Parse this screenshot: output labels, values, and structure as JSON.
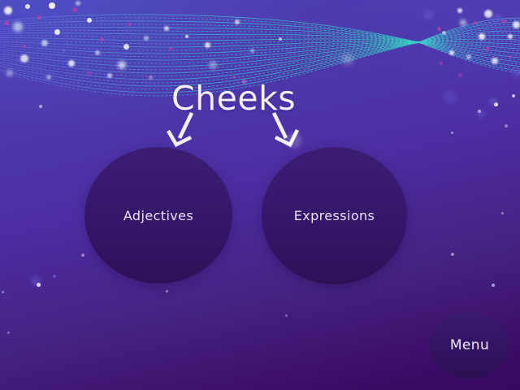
{
  "slide": {
    "title": "Cheeks",
    "topics": [
      {
        "label": "Adjectives"
      },
      {
        "label": "Expressions"
      }
    ],
    "menu": {
      "label": "Menu"
    }
  },
  "colors": {
    "background_top": "#4c43b6",
    "background_mid": "#4c2da1",
    "background_bottom": "#380963",
    "circle_fill_top": "#3b1d74",
    "circle_fill_bottom": "#2d1055",
    "title_text": "#f3effc",
    "label_text": "#ebe3f8",
    "arrow": "#f4f1fb",
    "wave_blue": "#6b6ae6",
    "wave_teal": "#3ad4cd",
    "wave_cyan": "#4fc3ea",
    "bokeh_white": "#ffffff",
    "bokeh_pink": "#c23fa8",
    "bokeh_violet": "#6a5cd6",
    "bokeh_lightpink": "#d9a9e6",
    "bokeh_lightblue": "#cfd9f2"
  }
}
